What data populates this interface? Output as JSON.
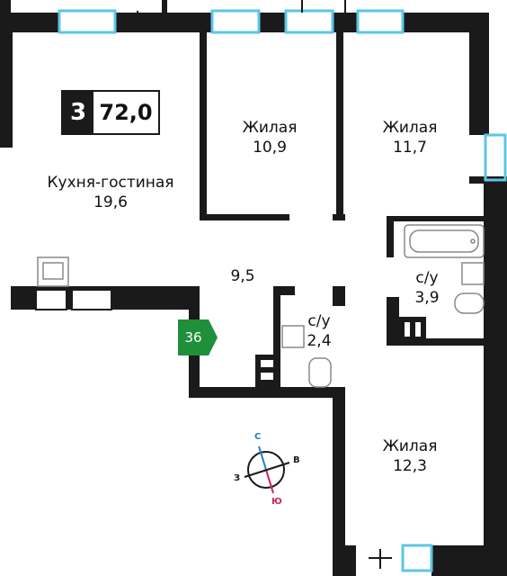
{
  "plan": {
    "rooms_count": "3",
    "total_area": "72,0",
    "entrance_number": "36"
  },
  "rooms": [
    {
      "name": "Кухня-гостиная",
      "area": "19,6"
    },
    {
      "name": "Жилая",
      "area": "10,9"
    },
    {
      "name": "Жилая",
      "area": "11,7"
    },
    {
      "name": "",
      "area": "9,5"
    },
    {
      "name": "с/у",
      "area": "3,9"
    },
    {
      "name": "с/у",
      "area": "2,4"
    },
    {
      "name": "Жилая",
      "area": "12,3"
    }
  ],
  "compass": {
    "north": "С",
    "east": "В",
    "south": "Ю",
    "west": "З"
  },
  "colors": {
    "wall": "#1a1a1a",
    "window": "#5bc6e8",
    "entrance": "#1f8f3a",
    "compass_north": "#1f7fc2",
    "compass_south": "#d0205c"
  }
}
